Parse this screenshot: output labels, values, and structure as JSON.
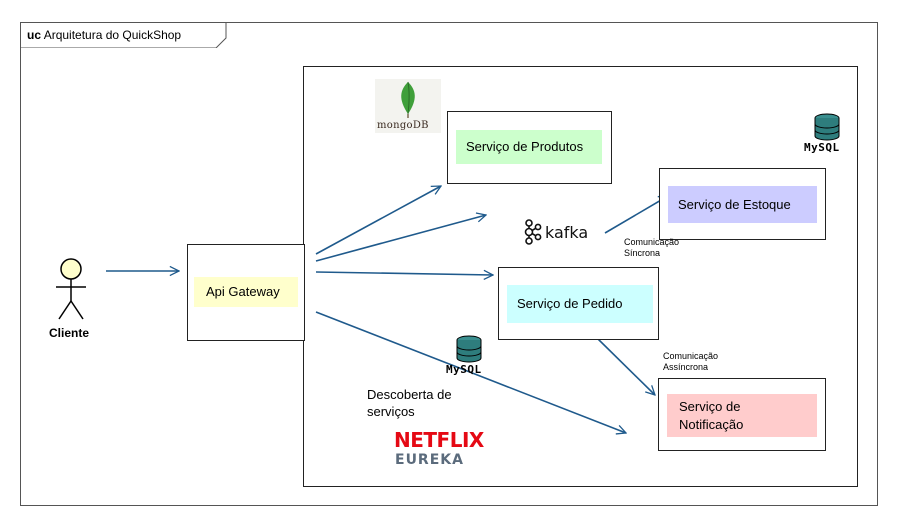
{
  "frame": {
    "keyword": "uc",
    "title": "Arquitetura do QuickShop"
  },
  "actor": {
    "label": "Cliente"
  },
  "gateway": {
    "label": "Api Gateway"
  },
  "services": {
    "produtos": {
      "label": "Serviço de Produtos",
      "color": "#ccffcc"
    },
    "estoque": {
      "label": "Serviço de Estoque",
      "color": "#ccccff"
    },
    "pedido": {
      "label": "Serviço de Pedido",
      "color": "#ccffff"
    },
    "notificacao": {
      "line1": "Serviço de",
      "line2": "Notificação",
      "color": "#ffcccc"
    }
  },
  "gateway_color": "#ffffcc",
  "notes": {
    "sync_line1": "Comunicação",
    "sync_line2": "Síncrona",
    "async_line1": "Comunicação",
    "async_line2": "Assíncrona",
    "discovery_line1": "Descoberta de",
    "discovery_line2": "serviços"
  },
  "logos": {
    "mongodb": "mongoDB",
    "mysql_top": "MySQL",
    "mysql_bottom": "MySQL",
    "kafka": "kafka",
    "netflix": "NETFLIX",
    "eureka": "EUREKA"
  },
  "colors": {
    "arrow": "#1f5a8c",
    "db_icon": "#2e7d7d"
  }
}
